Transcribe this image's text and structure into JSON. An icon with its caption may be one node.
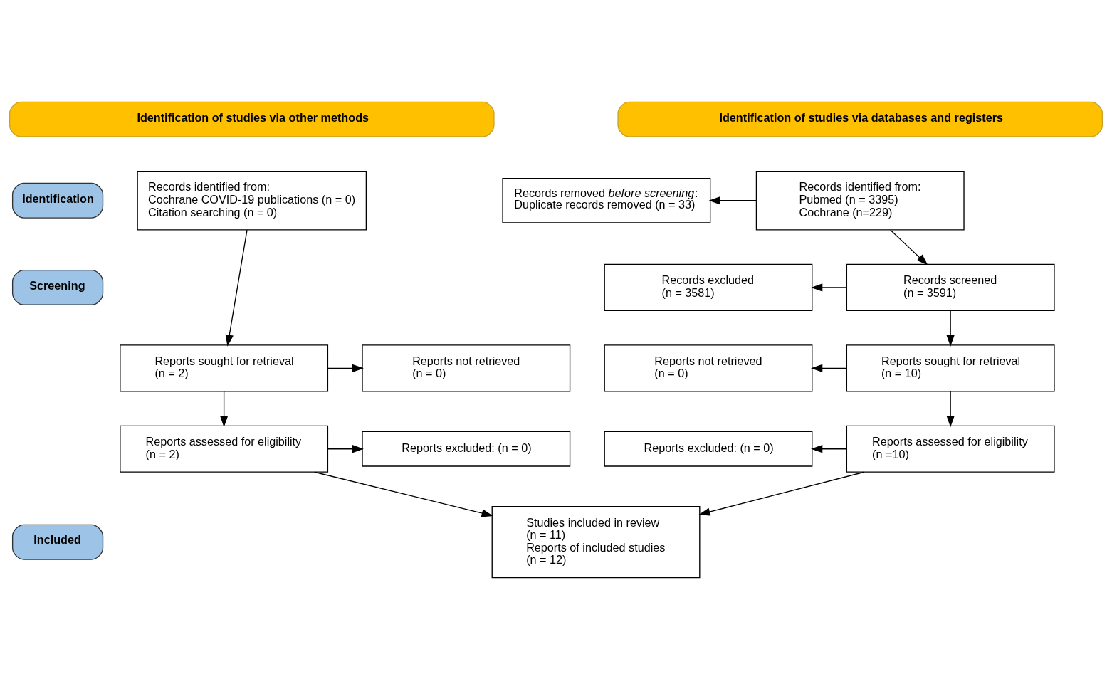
{
  "diagram": {
    "nodes": [
      {
        "text": [
          "Identification of studies via databases and registers"
        ]
      },
      {
        "text": [
          "Identification of studies via other methods"
        ]
      },
      {
        "text": [
          "Identification"
        ]
      },
      {
        "text": [
          "Screening"
        ]
      },
      {
        "text": [
          "Included"
        ]
      },
      {
        "text": [
          "Records identified from:",
          "Pubmed (n = 3395)",
          "Cochrane (n=229)"
        ]
      },
      {
        "text": [
          "Records removed *before screening*:",
          "Duplicate records removed (n = 33)"
        ]
      },
      {
        "text": [
          "Records identified from:",
          "Cochrane COVID-19 publications (n = 0)",
          "Citation searching (n = 0)"
        ]
      },
      {
        "text": [
          "Records screened",
          "(n = 3591)"
        ]
      },
      {
        "text": [
          "Records excluded",
          "(n = 3581)"
        ]
      },
      {
        "text": [
          "Reports sought for retrieval",
          "(n = 10)"
        ]
      },
      {
        "text": [
          "Reports not retrieved",
          "(n = 0)"
        ]
      },
      {
        "text": [
          "Reports sought for retrieval",
          "(n = 2)"
        ]
      },
      {
        "text": [
          "Reports not retrieved",
          "(n = 0)"
        ]
      },
      {
        "text": [
          "Reports assessed for eligibility",
          "(n =10)"
        ]
      },
      {
        "text": [
          "Reports excluded: (n = 0)"
        ]
      },
      {
        "text": [
          "Reports assessed for eligibility",
          "(n = 2)"
        ]
      },
      {
        "text": [
          "Reports excluded: (n = 0)"
        ]
      },
      {
        "text": [
          "Studies included in review",
          "(n = 11)",
          "Reports of included studies",
          "(n = 12)"
        ]
      }
    ],
    "edges": [
      {
        "from": 5,
        "to": 6,
        "arrow": "to"
      },
      {
        "from": 5,
        "to": 8,
        "arrow": "to"
      },
      {
        "from": 8,
        "to": 9,
        "arrow": "to"
      },
      {
        "from": 8,
        "to": 10,
        "arrow": "to"
      },
      {
        "from": 10,
        "to": 11,
        "arrow": "to"
      },
      {
        "from": 10,
        "to": 14,
        "arrow": "to"
      },
      {
        "from": 14,
        "to": 15,
        "arrow": "to"
      },
      {
        "from": 14,
        "to": 18,
        "arrow": "to"
      },
      {
        "from": 7,
        "to": 12,
        "arrow": "to"
      },
      {
        "from": 12,
        "to": 13,
        "arrow": "to"
      },
      {
        "from": 12,
        "to": 16,
        "arrow": "to"
      },
      {
        "from": 16,
        "to": 17,
        "arrow": "to"
      },
      {
        "from": 16,
        "to": 18,
        "arrow": "to"
      }
    ]
  }
}
